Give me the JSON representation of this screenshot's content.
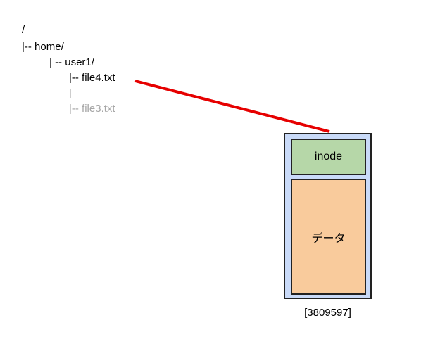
{
  "tree": {
    "root": "/",
    "home": "|-- home/",
    "user1": "| -- user1/",
    "file4": "|-- file4.txt",
    "pipe": "|",
    "file3": "|-- file3.txt"
  },
  "block": {
    "inode_label": "inode",
    "data_label": "データ",
    "number": "[3809597]"
  },
  "colors": {
    "link": "#e60000",
    "block_bg": "#c9daf8",
    "inode_bg": "#b6d7a8",
    "data_bg": "#f9cb9c",
    "faded_text": "#a6a6a6"
  }
}
